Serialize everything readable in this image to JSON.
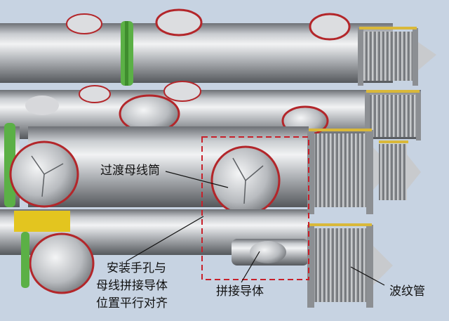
{
  "labels": {
    "bus_duct": "过渡母线筒",
    "handhole_line1": "安装手孔与",
    "handhole_line2": "母线拼接导体",
    "handhole_line3": "位置平行对齐",
    "splice_conductor": "拼接导体",
    "bellows": "波纹管"
  },
  "colors": {
    "background": "#c7d3e2",
    "pipe": "#b9bcc1",
    "flange_ring": "#b3262a",
    "green_ring": "#5bb046",
    "yellow_part": "#e3c51f",
    "dashed_box": "#c8202a"
  }
}
